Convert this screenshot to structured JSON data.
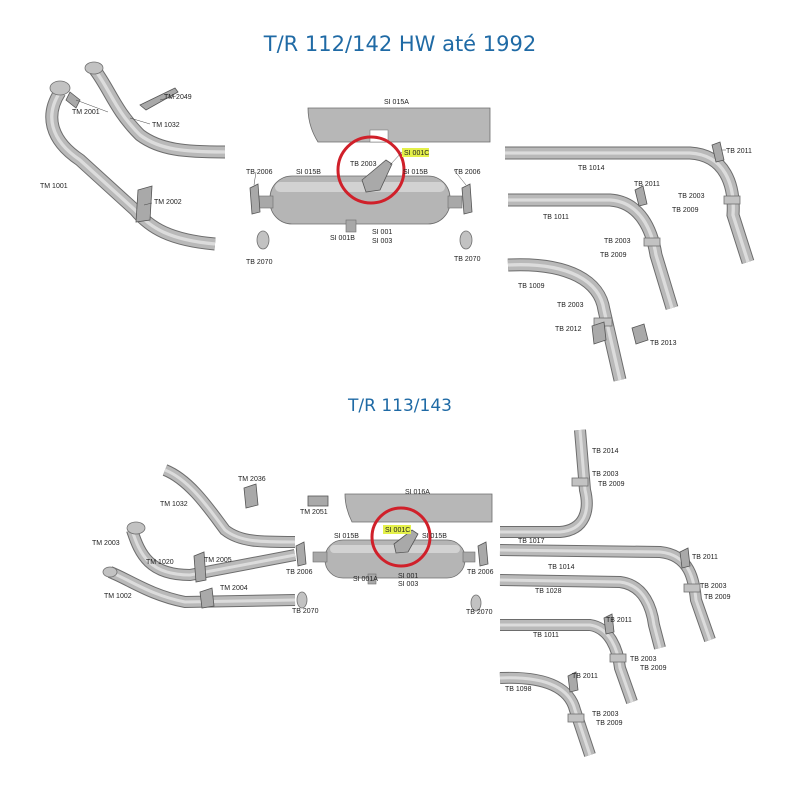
{
  "titles": {
    "top": "T/R 112/142 HW até 1992",
    "bottom": "T/R 113/143"
  },
  "colors": {
    "title": "#1f6aa5",
    "pipe": "#b9b9b9",
    "circle": "#d0202a",
    "highlight": "#e4f04a"
  },
  "top_labels": {
    "tm2049": "TM 2049",
    "tm2001": "TM 2001",
    "tm1032": "TM 1032",
    "tm1001": "TM 1001",
    "tm2002": "TM 2002",
    "si015a": "SI 015A",
    "si001c": "SI 001C",
    "tb2003_c": "TB 2003",
    "tb2006_l": "TB 2006",
    "si015b_l": "SI 015B",
    "si015b_r": "SI 015B",
    "tb2006_r": "TB 2006",
    "si001b": "SI 001B",
    "si001": "SI 001",
    "si003": "SI 003",
    "tb2070_l": "TB 2070",
    "tb2070_r": "TB 2070",
    "tb2011_a": "TB 2011",
    "tb1014": "TB 1014",
    "tb2011_b": "TB 2011",
    "tb2003_a": "TB 2003",
    "tb2009_a": "TB 2009",
    "tb1011": "TB 1011",
    "tb2003_b": "TB 2003",
    "tb2009_b": "TB 2009",
    "tb1009": "TB 1009",
    "tb2003_d": "TB 2003",
    "tb2012": "TB 2012",
    "tb2013": "TB 2013"
  },
  "bottom_labels": {
    "tm2036": "TM 2036",
    "tm1032": "TM 1032",
    "tm2003": "TM 2003",
    "tm1020": "TM 1020",
    "tm2005": "TM 2005",
    "tm2004": "TM 2004",
    "tm1002": "TM 1002",
    "tb2006_l": "TB 2006",
    "tb2070_l": "TB 2070",
    "tm2051": "TM 2051",
    "si016a": "SI 016A",
    "si015b_l": "SI 015B",
    "si001c": "SI 001C",
    "si015b_r": "SI 015B",
    "si001a": "SI 001A",
    "si001": "SI 001",
    "si003": "SI 003",
    "tb2006_r": "TB 2006",
    "tb2070_r": "TB 2070",
    "tb2014": "TB 2014",
    "tb2003_a": "TB 2003",
    "tb2009_a": "TB 2009",
    "tb1017": "TB 1017",
    "tb1014": "TB 1014",
    "tb2011_a": "TB 2011",
    "tb1028": "TB 1028",
    "tb2003_b": "TB 2003",
    "tb2009_b": "TB 2009",
    "tb1011": "TB 1011",
    "tb2011_b": "TB 2011",
    "tb2003_c": "TB 2003",
    "tb2009_c": "TB 2009",
    "tb1098": "TB 1098",
    "tb2011_c": "TB 2011",
    "tb2003_d": "TB 2003",
    "tb2009_d": "TB 2009"
  }
}
